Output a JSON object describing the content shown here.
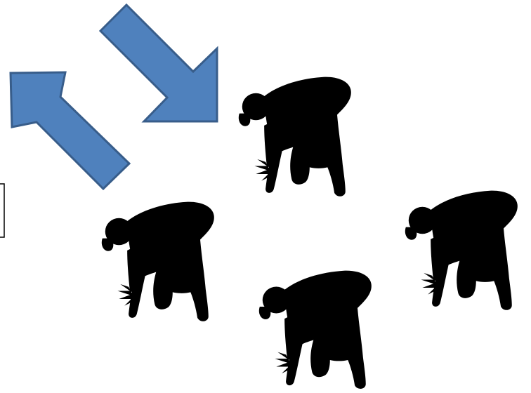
{
  "scene": {
    "background": "#ffffff",
    "arrow_fill": "#4f81bd",
    "arrow_stroke": "#385d8a",
    "silhouette_fill": "#000000",
    "box_stroke": "#000000",
    "arrows": [
      {
        "name": "arrow-down-right-icon",
        "direction": "down-right"
      },
      {
        "name": "arrow-up-left-icon",
        "direction": "up-left"
      }
    ],
    "figures": [
      {
        "name": "farmer-silhouette-top",
        "pose": "bending"
      },
      {
        "name": "farmer-silhouette-left",
        "pose": "bending"
      },
      {
        "name": "farmer-silhouette-bottom",
        "pose": "bending"
      },
      {
        "name": "farmer-silhouette-right",
        "pose": "bending"
      }
    ],
    "partial_box": {
      "name": "partial-text-box",
      "text": ""
    }
  }
}
